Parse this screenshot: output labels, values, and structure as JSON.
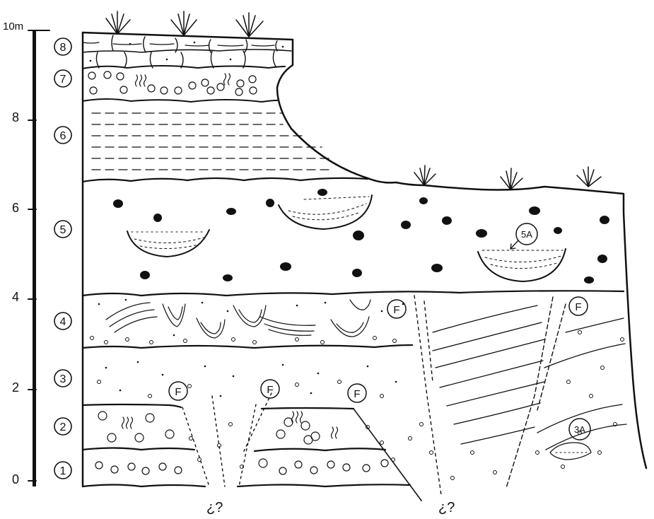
{
  "scale": {
    "top_label": "10m",
    "ticks": [
      {
        "label": "8",
        "value": 8
      },
      {
        "label": "6",
        "value": 6
      },
      {
        "label": "4",
        "value": 4
      },
      {
        "label": "2",
        "value": 2
      },
      {
        "label": "0",
        "value": 0
      }
    ]
  },
  "units": [
    {
      "label": "8"
    },
    {
      "label": "7"
    },
    {
      "label": "6"
    },
    {
      "label": "5"
    },
    {
      "label": "4"
    },
    {
      "label": "3"
    },
    {
      "label": "2"
    },
    {
      "label": "1"
    }
  ],
  "callouts": {
    "lens_5a": "5A",
    "lens_3a": "3A",
    "fault": "F"
  },
  "unknown_marks": [
    "¿?",
    "¿?"
  ],
  "colors": {
    "ink": "#111111",
    "paper": "#ffffff"
  }
}
